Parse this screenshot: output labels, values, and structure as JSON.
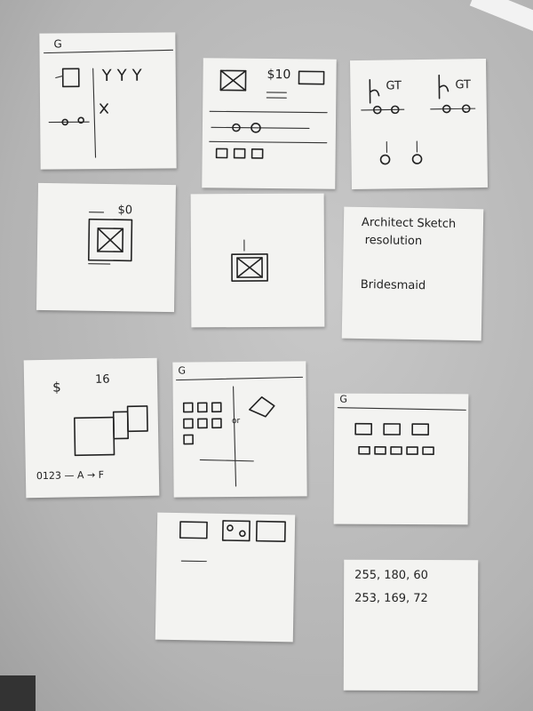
{
  "notes": {
    "n1": {
      "corner_label": "G",
      "labels": "YYY"
    },
    "n2": {
      "price": "$10"
    },
    "n3": {
      "labels": [
        "GT",
        "GT"
      ]
    },
    "n4": {
      "price": "$0"
    },
    "n6": {
      "line1": "Architect Sketch",
      "line2": "resolution",
      "line3": "Bridesmaid"
    },
    "n7": {
      "left": "$",
      "right": "16",
      "footer": "0123 — A → F"
    },
    "n8": {
      "corner_label": "G",
      "or_text": "or"
    },
    "n9": {
      "corner_label": "G"
    },
    "n11": {
      "rgb1": "255, 180, 60",
      "rgb2": "253, 169, 72"
    }
  }
}
